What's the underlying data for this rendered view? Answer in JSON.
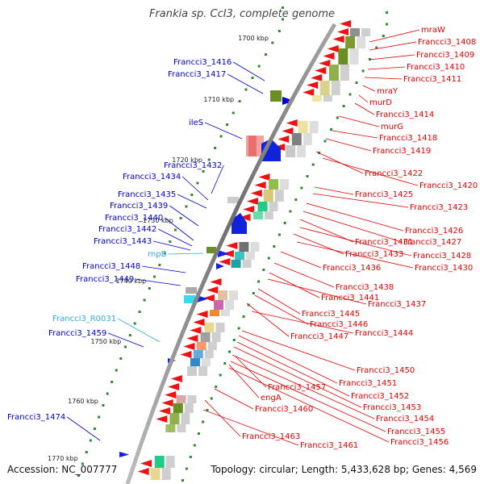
{
  "title": "Frankia sp. CcI3, complete genome",
  "footer": {
    "accession": "Accession: NC_007777",
    "summary": "Topology: circular; Length: 5,433,628 bp; Genes: 4,569"
  },
  "colors": {
    "backbone": "#8c8c8c",
    "left_gene": "#0000cc",
    "rnp_gene": "#33aadd",
    "right_gene": "#e00000",
    "tick": "#2d8a2d"
  },
  "scale_labels": [
    "1700 kbp",
    "1710 kbp",
    "1720 kbp",
    "1730 kbp",
    "1740 kbp",
    "1750 kbp",
    "1760 kbp",
    "1770 kbp"
  ],
  "left_labels": [
    "Francci3_1416",
    "Francci3_1417",
    "ileS",
    "Francci3_1432",
    "Francci3_1434",
    "Francci3_1435",
    "Francci3_1439",
    "Francci3_1440",
    "Francci3_1442",
    "Francci3_1443",
    "rnpB",
    "Francci3_1448",
    "Francci3_1449",
    "Francci3_R0031",
    "Francci3_1459",
    "Francci3_1474"
  ],
  "right_labels": [
    "mraW",
    "Francci3_1408",
    "Francci3_1409",
    "Francci3_1410",
    "Francci3_1411",
    "mraY",
    "murD",
    "Francci3_1414",
    "murG",
    "Francci3_1418",
    "Francci3_1419",
    "Francci3_1422",
    "Francci3_1420",
    "Francci3_1425",
    "Francci3_1423",
    "Francci3_1426",
    "Francci3_1427",
    "Francci3_1431",
    "Francci3_1428",
    "Francci3_1433",
    "Francci3_1430",
    "Francci3_1436",
    "Francci3_1438",
    "Francci3_1441",
    "Francci3_1437",
    "Francci3_1445",
    "Francci3_1446",
    "Francci3_1447",
    "Francci3_1444",
    "Francci3_1450",
    "Francci3_1451",
    "Francci3_1457",
    "Francci3_1452",
    "engA",
    "Francci3_1453",
    "Francci3_1460",
    "Francci3_1454",
    "Francci3_1455",
    "Francci3_1463",
    "Francci3_1456",
    "Francci3_1461"
  ]
}
